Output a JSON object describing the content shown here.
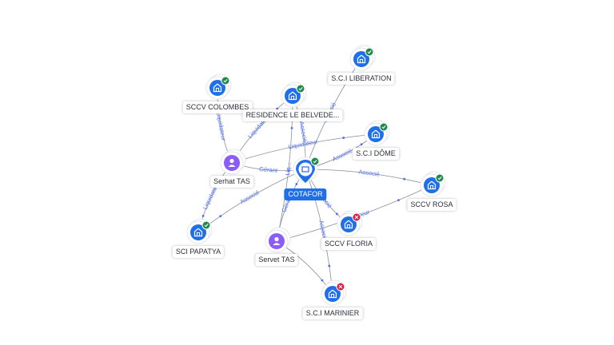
{
  "colors": {
    "company": "#1f6fe8",
    "person": "#8b5cf6",
    "active": "#1f8a4c",
    "closed": "#d81b45",
    "edge": "#8a8f99",
    "edge_label": "#4c6ef5"
  },
  "center": {
    "name": "COTAFOR",
    "status": "active",
    "icon": "company-building-icon"
  },
  "companies": [
    {
      "id": "scl",
      "name": "S.C.I LIBERATION",
      "status": "active"
    },
    {
      "id": "sccvc",
      "name": "SCCV COLOMBES",
      "status": "active"
    },
    {
      "id": "rlb",
      "name": "RESIDENCE LE BELVEDE...",
      "status": "active"
    },
    {
      "id": "scd",
      "name": "S.C.I DÔME",
      "status": "active"
    },
    {
      "id": "rosa",
      "name": "SCCV ROSA",
      "status": "active"
    },
    {
      "id": "floria",
      "name": "SCCV FLORIA",
      "status": "closed"
    },
    {
      "id": "papatya",
      "name": "SCI PAPATYA",
      "status": "active"
    },
    {
      "id": "marinier",
      "name": "S.C.I MARINIER",
      "status": "closed"
    }
  ],
  "persons": [
    {
      "id": "serhat",
      "name": "Serhat TAS",
      "icon": "person-icon"
    },
    {
      "id": "servet",
      "name": "Servet TAS",
      "icon": "person-icon"
    }
  ],
  "edges": [
    {
      "from": "serhat",
      "to": "sccvc",
      "label": "Liquidateur"
    },
    {
      "from": "serhat",
      "to": "papatya",
      "label": "Liquidateur"
    },
    {
      "from": "serhat",
      "to": "rlb",
      "label": "Liquidateur"
    },
    {
      "from": "serhat",
      "to": "center",
      "label": "Gérant"
    },
    {
      "from": "serhat",
      "to": "scd",
      "label": "Liquidateur"
    },
    {
      "from": "center",
      "to": "rlb",
      "label": "Associé"
    },
    {
      "from": "center",
      "to": "scl",
      "label": "Associé"
    },
    {
      "from": "center",
      "to": "scd",
      "label": "Associé"
    },
    {
      "from": "center",
      "to": "rosa",
      "label": "Associé"
    },
    {
      "from": "center",
      "to": "floria",
      "label": "Associé"
    },
    {
      "from": "center",
      "to": "marinier",
      "label": "Associé"
    },
    {
      "from": "center",
      "to": "papatya",
      "label": "Associé"
    },
    {
      "from": "servet",
      "to": "center",
      "label": "Gérant"
    },
    {
      "from": "servet",
      "to": "rlb",
      "label": "Liq..."
    },
    {
      "from": "servet",
      "to": "marinier",
      "label": ""
    },
    {
      "from": "servet",
      "to": "rosa",
      "label": "Liquidateur"
    }
  ]
}
